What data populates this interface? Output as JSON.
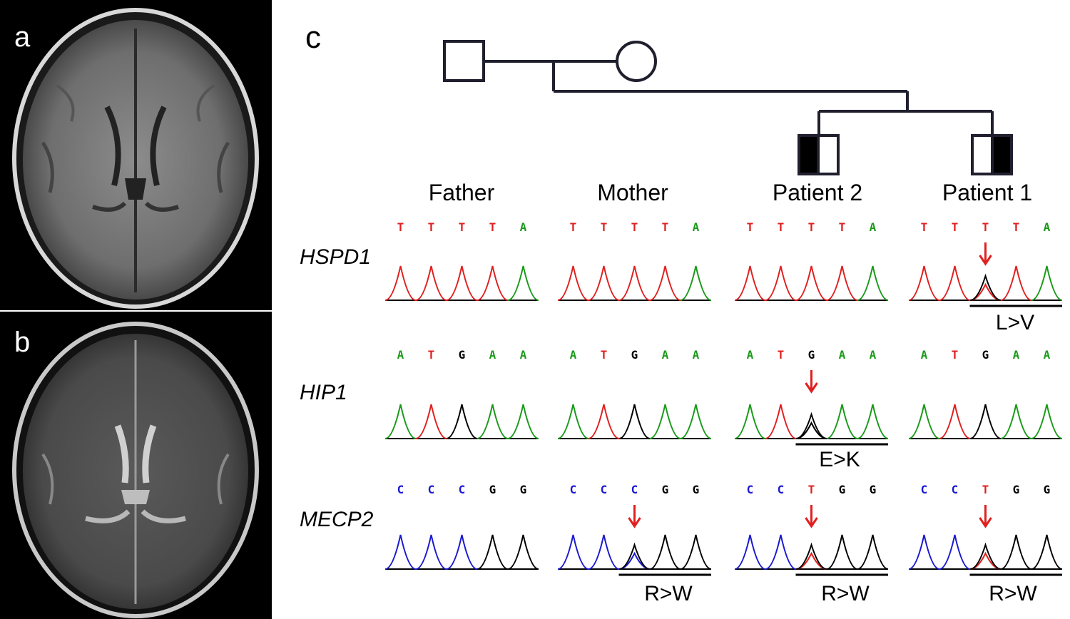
{
  "panels": {
    "a": "a",
    "b": "b",
    "c": "c"
  },
  "samples": [
    "Father",
    "Mother",
    "Patient 2",
    "Patient 1"
  ],
  "genes": [
    {
      "name": "HSPD1",
      "bases": [
        "T",
        "T",
        "T",
        "T",
        "A"
      ],
      "sample_bases": [
        [
          "T",
          "T",
          "T",
          "T",
          "A"
        ],
        [
          "T",
          "T",
          "T",
          "T",
          "A"
        ],
        [
          "T",
          "T",
          "T",
          "T",
          "A"
        ],
        [
          "T",
          "T",
          "T",
          "T",
          "A"
        ]
      ],
      "mutation": {
        "label": "L>V",
        "sample_index": 3,
        "position": 2
      }
    },
    {
      "name": "HIP1",
      "bases": [
        "A",
        "T",
        "G",
        "A",
        "A"
      ],
      "sample_bases": [
        [
          "A",
          "T",
          "G",
          "A",
          "A"
        ],
        [
          "A",
          "T",
          "G",
          "A",
          "A"
        ],
        [
          "A",
          "T",
          "G",
          "A",
          "A"
        ],
        [
          "A",
          "T",
          "G",
          "A",
          "A"
        ]
      ],
      "mutation": {
        "label": "E>K",
        "sample_index": 2,
        "position": 2
      }
    },
    {
      "name": "MECP2",
      "bases": [
        "C",
        "C",
        "C",
        "G",
        "G"
      ],
      "sample_bases": [
        [
          "C",
          "C",
          "C",
          "G",
          "G"
        ],
        [
          "C",
          "C",
          "C",
          "G",
          "G"
        ],
        [
          "C",
          "C",
          "T",
          "G",
          "G"
        ],
        [
          "C",
          "C",
          "T",
          "G",
          "G"
        ]
      ],
      "mutations": [
        {
          "label": "R>W",
          "sample_index": 1,
          "position": 2
        },
        {
          "label": "R>W",
          "sample_index": 2,
          "position": 2
        },
        {
          "label": "R>W",
          "sample_index": 3,
          "position": 2
        }
      ]
    }
  ],
  "colors": {
    "A": "#1a9a1a",
    "T": "#e02020",
    "G": "#000000",
    "C": "#1a1ad0",
    "arrow": "#e02020"
  }
}
